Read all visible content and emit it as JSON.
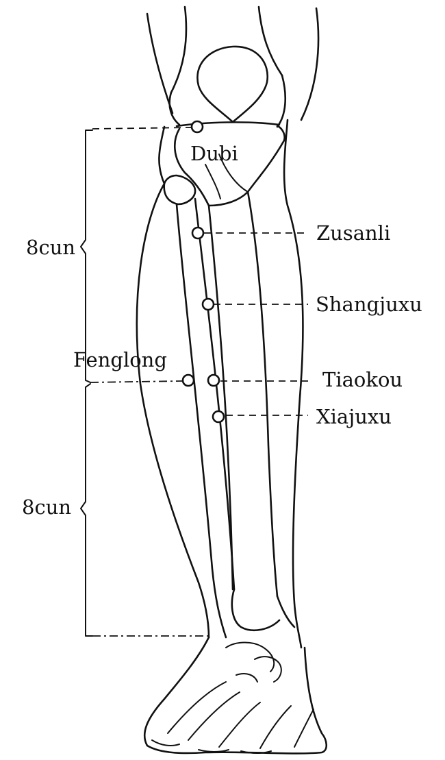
{
  "labels": {
    "dubi": "Dubi",
    "zusanli": "Zusanli",
    "shangjuxu": "Shangjuxu",
    "fenglong": "Fenglong",
    "tiaokou": "Tiaokou",
    "xiajuxu": "Xiajuxu",
    "measure_upper": "8cun",
    "measure_lower": "8cun"
  },
  "colors": {
    "ink": "#111111",
    "paper": "#ffffff"
  }
}
